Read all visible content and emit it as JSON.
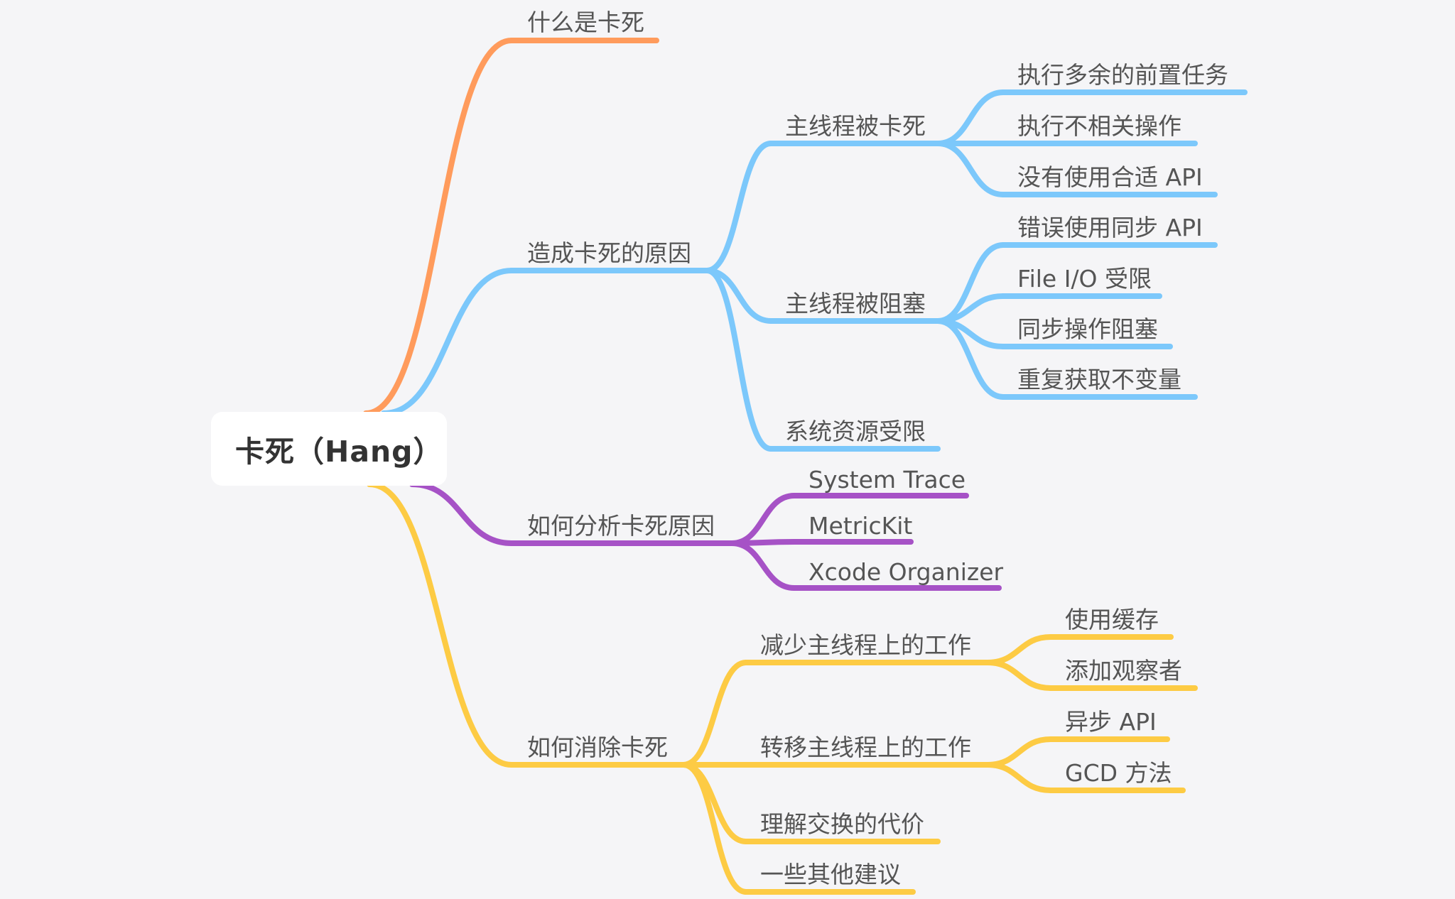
{
  "root": {
    "label": "卡死（Hang）"
  },
  "colors": {
    "orange": "#ff9b5c",
    "blue": "#7cc8fb",
    "purple": "#a652c6",
    "yellow": "#fdcb44"
  },
  "branches": {
    "what": {
      "label": "什么是卡死"
    },
    "causes": {
      "label": "造成卡死的原因",
      "main_thread_hang": {
        "label": "主线程被卡死",
        "c1": "执行多余的前置任务",
        "c2": "执行不相关操作",
        "c3": "没有使用合适 API"
      },
      "main_thread_blocked": {
        "label": "主线程被阻塞",
        "c1": "错误使用同步 API",
        "c2": "File I/O 受限",
        "c3": "同步操作阻塞",
        "c4": "重复获取不变量"
      },
      "resource_limit": {
        "label": "系统资源受限"
      }
    },
    "analyze": {
      "label": "如何分析卡死原因",
      "c1": "System Trace",
      "c2": "MetricKit",
      "c3": "Xcode Organizer"
    },
    "eliminate": {
      "label": "如何消除卡死",
      "reduce": {
        "label": "减少主线程上的工作",
        "c1": "使用缓存",
        "c2": "添加观察者"
      },
      "move": {
        "label": "转移主线程上的工作",
        "c1": "异步 API",
        "c2": "GCD 方法"
      },
      "tradeoff": {
        "label": "理解交换的代价"
      },
      "other": {
        "label": "一些其他建议"
      }
    }
  }
}
